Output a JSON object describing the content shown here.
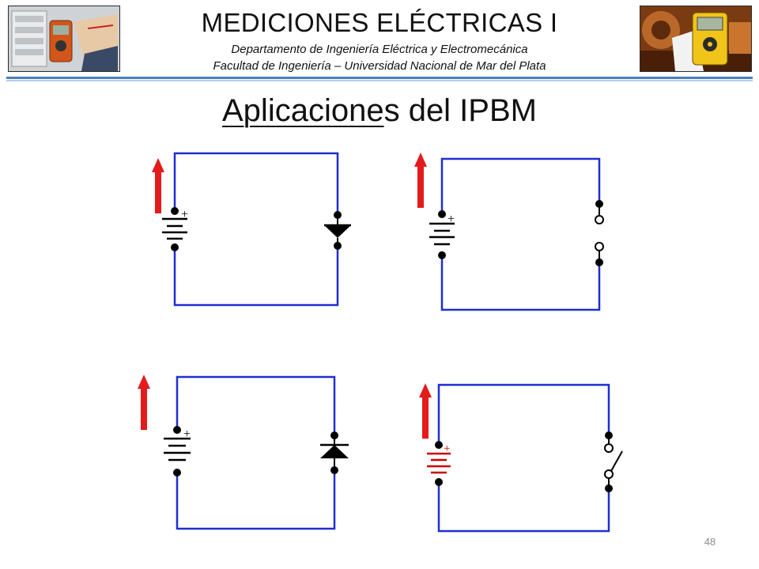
{
  "header": {
    "course_title": "MEDICIONES ELÉCTRICAS I",
    "department": "Departamento de Ingeniería Eléctrica y Electromecánica",
    "faculty": "Facultad de Ingeniería – Universidad Nacional de Mar del Plata"
  },
  "slide": {
    "title_underlined": "Aplicacione",
    "title_rest": "s del IPBM",
    "page_number": "48"
  },
  "circuits": [
    {
      "id": "top-left",
      "source_sign": "+",
      "load": "diode-forward",
      "source_color": "#000000"
    },
    {
      "id": "top-right",
      "source_sign": "+",
      "load": "open-terminals",
      "source_color": "#000000"
    },
    {
      "id": "bottom-left",
      "source_sign": "+",
      "load": "diode-reverse",
      "source_color": "#000000"
    },
    {
      "id": "bottom-right",
      "source_sign": "+",
      "load": "open-switch",
      "source_color": "#cc0000"
    }
  ],
  "colors": {
    "wire": "#1f2fd0",
    "arrow": "#e31b1b",
    "header_rule": "#4a7dc0",
    "text": "#111111"
  }
}
